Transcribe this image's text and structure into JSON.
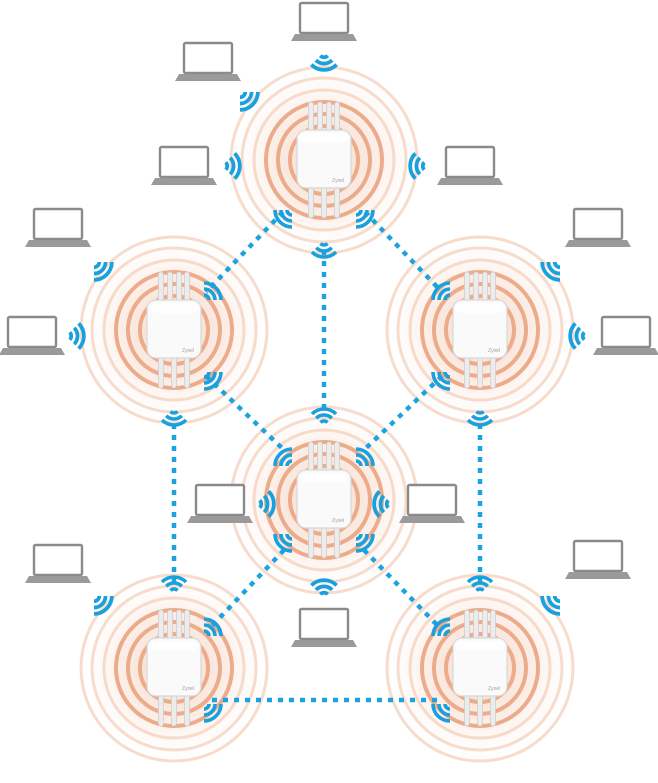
{
  "diagram": {
    "colors": {
      "link": "#1aa3e0",
      "wifi": "#19a0dd",
      "ring_strong": "#e9a07a",
      "ring_soft": "#f4cdb8",
      "glow": "#f7dccd",
      "ap_body": "#fafafa",
      "ap_edge": "#d8d8d8",
      "antenna": "#ececec",
      "laptop_screen": "#ffffff",
      "laptop_frame": "#8a8a8a",
      "laptop_base": "#9a9a9a"
    },
    "access_points": [
      {
        "id": "ap-top",
        "brand": "Zyxel"
      },
      {
        "id": "ap-left",
        "brand": "Zyxel"
      },
      {
        "id": "ap-right",
        "brand": "Zyxel"
      },
      {
        "id": "ap-center",
        "brand": "Zyxel"
      },
      {
        "id": "ap-bottom-left",
        "brand": "Zyxel"
      },
      {
        "id": "ap-bottom-right",
        "brand": "Zyxel"
      }
    ],
    "mesh_links": [
      {
        "from": "ap-top",
        "to": "ap-left"
      },
      {
        "from": "ap-top",
        "to": "ap-right"
      },
      {
        "from": "ap-top",
        "to": "ap-center"
      },
      {
        "from": "ap-left",
        "to": "ap-center"
      },
      {
        "from": "ap-right",
        "to": "ap-center"
      },
      {
        "from": "ap-left",
        "to": "ap-bottom-left"
      },
      {
        "from": "ap-right",
        "to": "ap-bottom-right"
      },
      {
        "from": "ap-center",
        "to": "ap-bottom-left"
      },
      {
        "from": "ap-center",
        "to": "ap-bottom-right"
      },
      {
        "from": "ap-bottom-left",
        "to": "ap-bottom-right"
      }
    ],
    "clients": [
      {
        "id": "laptop-1",
        "icon": "laptop-icon"
      },
      {
        "id": "laptop-2",
        "icon": "laptop-icon"
      },
      {
        "id": "laptop-3",
        "icon": "laptop-icon"
      },
      {
        "id": "laptop-4",
        "icon": "laptop-icon"
      },
      {
        "id": "laptop-5",
        "icon": "laptop-icon"
      },
      {
        "id": "laptop-6",
        "icon": "laptop-icon"
      },
      {
        "id": "laptop-7",
        "icon": "laptop-icon"
      },
      {
        "id": "laptop-8",
        "icon": "laptop-icon"
      },
      {
        "id": "laptop-9",
        "icon": "laptop-icon"
      },
      {
        "id": "laptop-10",
        "icon": "laptop-icon"
      },
      {
        "id": "laptop-11",
        "icon": "laptop-icon"
      },
      {
        "id": "laptop-12",
        "icon": "laptop-icon"
      },
      {
        "id": "laptop-13",
        "icon": "laptop-icon"
      }
    ]
  }
}
